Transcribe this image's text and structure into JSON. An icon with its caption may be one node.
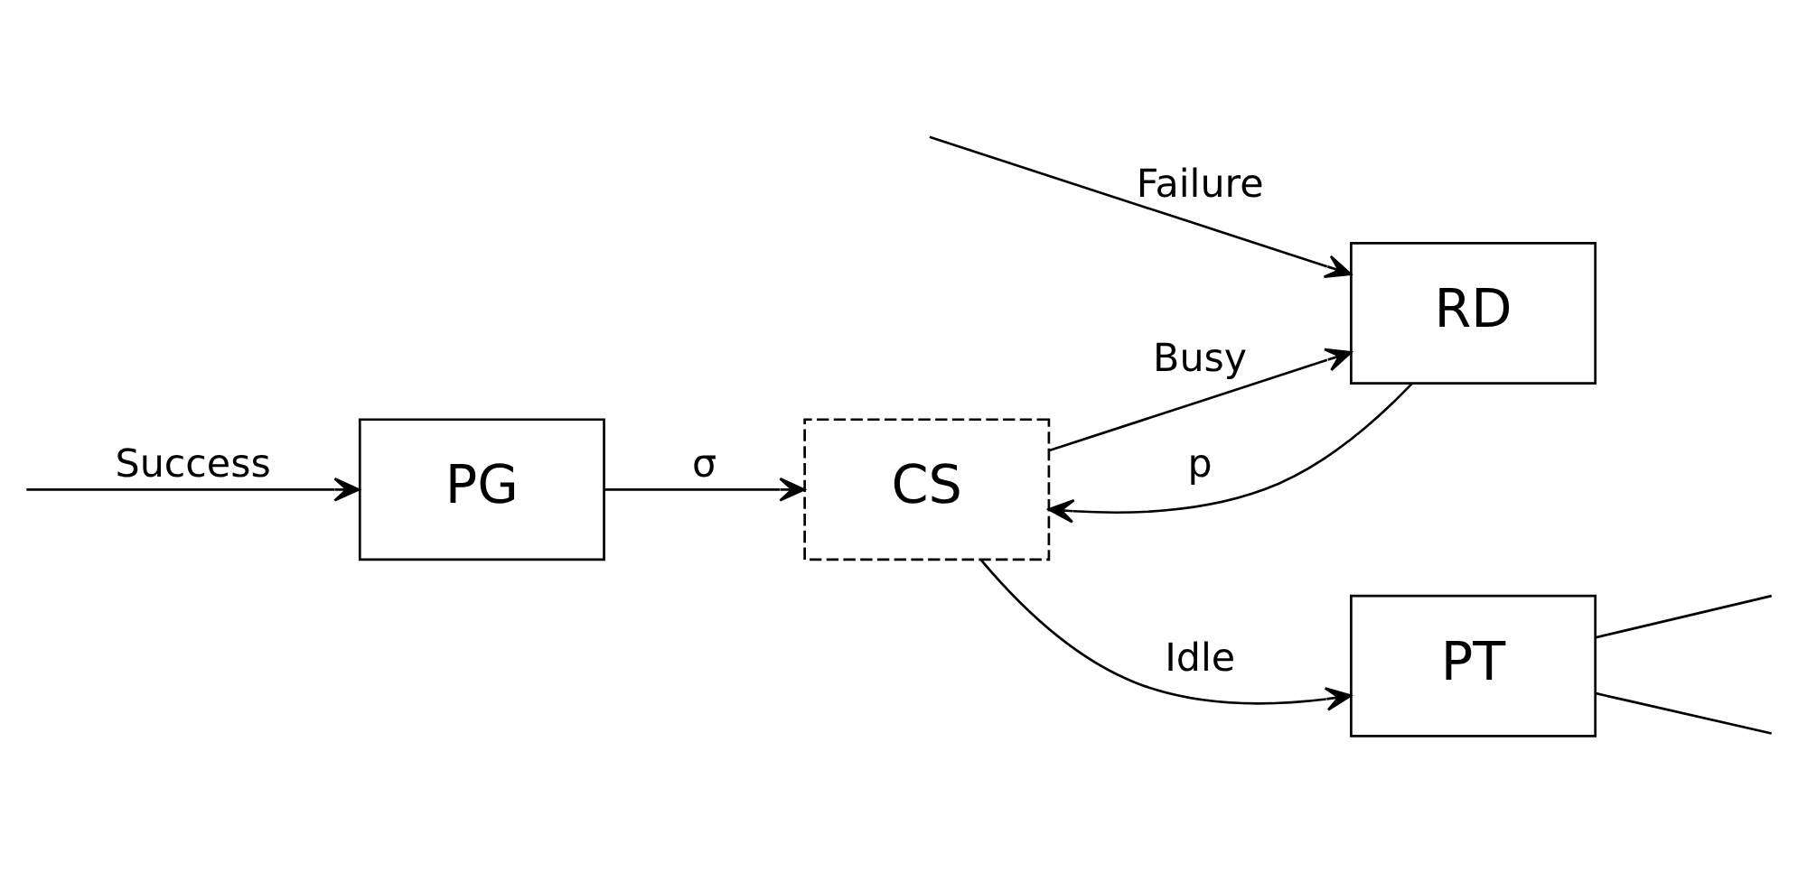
{
  "diagram": {
    "nodes": [
      {
        "text": [
          "PG"
        ]
      },
      {
        "text": [
          "CS"
        ]
      },
      {
        "text": [
          "PT"
        ]
      },
      {
        "text": [
          "RD"
        ]
      }
    ],
    "edges": [
      {
        "from": 0,
        "to": 1,
        "arrow": "to",
        "label": "σ"
      },
      {
        "from": 1,
        "to": 2,
        "arrow": "to",
        "label": "Idle"
      },
      {
        "from": 1,
        "to": 3,
        "arrow": "to",
        "label": "Busy"
      },
      {
        "from": 3,
        "to": 1,
        "arrow": "to",
        "label": "p"
      },
      {
        "from": null,
        "to": 0,
        "arrow": "to",
        "label": "Success"
      },
      {
        "from": null,
        "to": 3,
        "arrow": "to",
        "label": "Failure"
      },
      {
        "from": 2,
        "to": null,
        "arrow": "none"
      },
      {
        "from": 2,
        "to": null,
        "arrow": "none"
      }
    ]
  }
}
